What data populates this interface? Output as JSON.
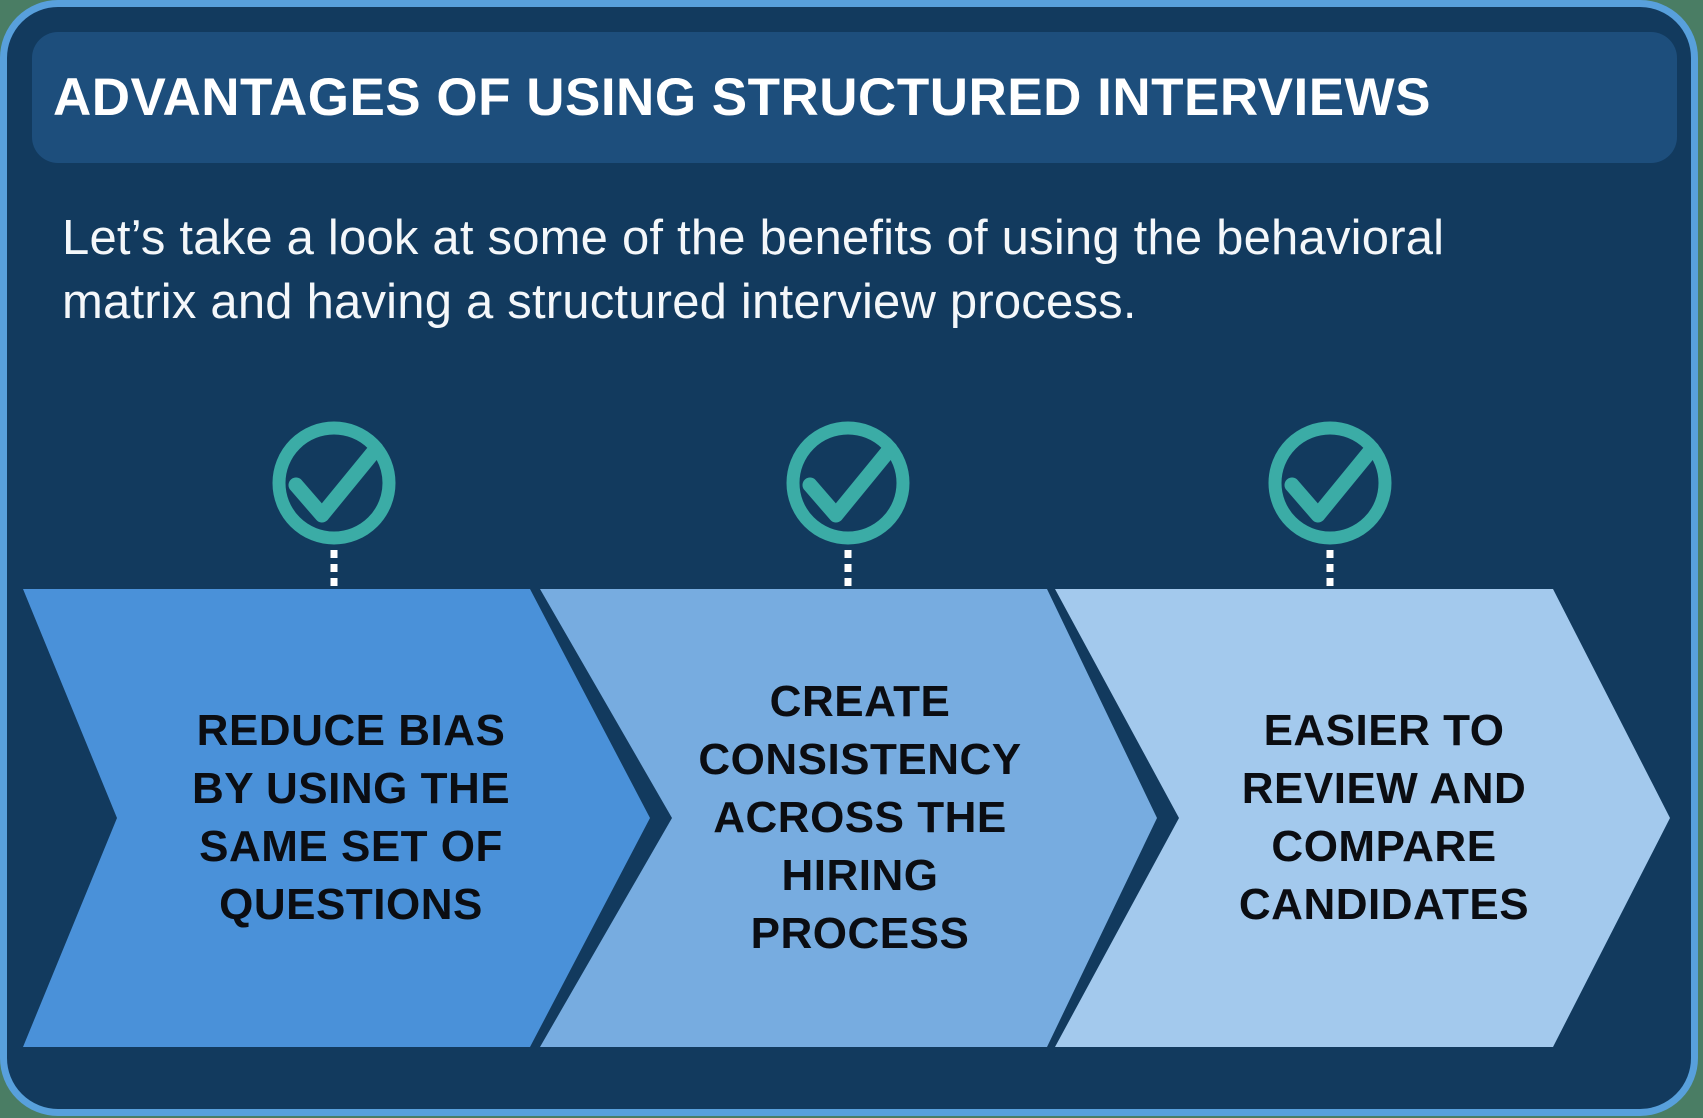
{
  "slide": {
    "title": "ADVANTAGES OF USING STRUCTURED INTERVIEWS",
    "intro_lines": [
      "Let’s take a look at some of the benefits of using the behavioral",
      "matrix and having a structured interview process."
    ]
  },
  "colors": {
    "page_background": "#4A7D64",
    "card_background": "#123A5E",
    "card_border": "#58A0DC",
    "header_background": "#1D4E7C",
    "title_text": "#FFFFFF",
    "intro_text": "#F4F7FA",
    "check_icon": "#3BACA6",
    "connector_dots": "#FFFFFF",
    "label_text": "#0B0D12"
  },
  "benefits": [
    {
      "lines": [
        "REDUCE BIAS",
        "BY USING THE",
        "SAME SET OF",
        "QUESTIONS"
      ],
      "fill": "#4A91D9"
    },
    {
      "lines": [
        "CREATE",
        "CONSISTENCY",
        "ACROSS THE",
        "HIRING",
        "PROCESS"
      ],
      "fill": "#77ACE0"
    },
    {
      "lines": [
        "EASIER TO",
        "REVIEW AND",
        "COMPARE",
        "CANDIDATES"
      ],
      "fill": "#A3C9ED"
    }
  ]
}
